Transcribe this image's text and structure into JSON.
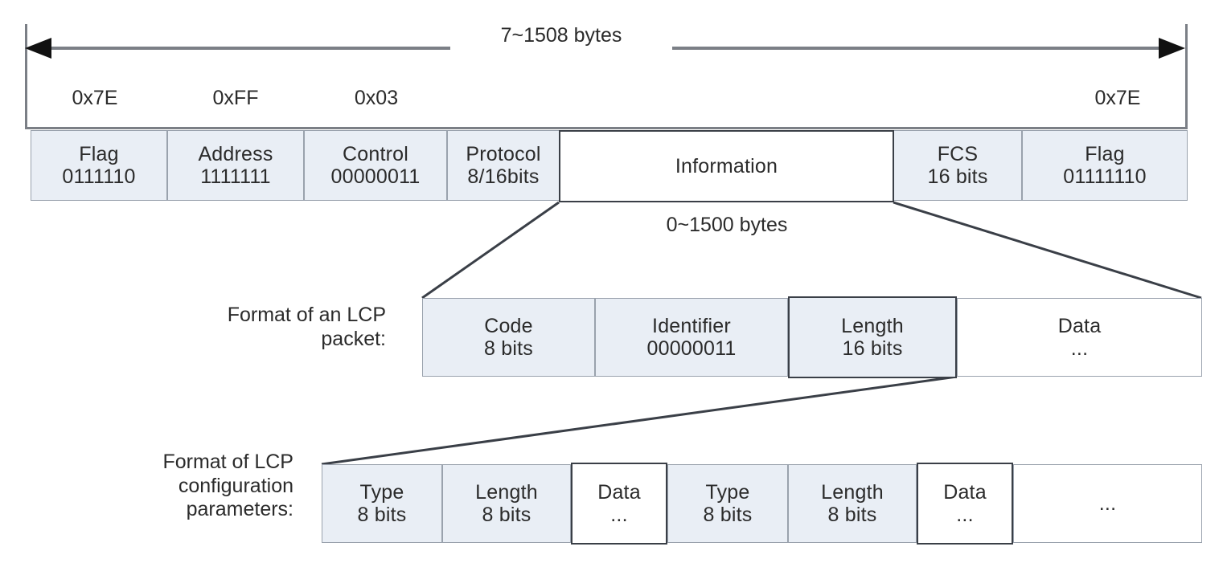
{
  "diagram": {
    "title_span_label": "7~1508 bytes",
    "info_span_label": "0~1500 bytes",
    "row2_caption": [
      "Format of an LCP",
      "packet:"
    ],
    "row3_caption": [
      "Format of LCP",
      "configuration",
      "parameters:"
    ],
    "hex_markers": [
      {
        "label": "0x7E"
      },
      {
        "label": "0xFF"
      },
      {
        "label": "0x03"
      },
      {
        "label": "0x7E"
      }
    ],
    "ppp_frame": [
      {
        "name": "Flag",
        "detail": "0111110",
        "fill": "shaded"
      },
      {
        "name": "Address",
        "detail": "1111111",
        "fill": "shaded"
      },
      {
        "name": "Control",
        "detail": "00000011",
        "fill": "shaded"
      },
      {
        "name": "Protocol",
        "detail": "8/16bits",
        "fill": "shaded"
      },
      {
        "name": "Information",
        "detail": "",
        "fill": "white"
      },
      {
        "name": "FCS",
        "detail": "16 bits",
        "fill": "shaded"
      },
      {
        "name": "Flag",
        "detail": "01111110",
        "fill": "shaded"
      }
    ],
    "lcp_packet": [
      {
        "name": "Code",
        "detail": "8 bits",
        "fill": "shaded"
      },
      {
        "name": "Identifier",
        "detail": "00000011",
        "fill": "shaded"
      },
      {
        "name": "Length",
        "detail": "16 bits",
        "fill": "shaded"
      },
      {
        "name": "Data",
        "detail": "...",
        "fill": "white"
      }
    ],
    "lcp_config": [
      {
        "name": "Type",
        "detail": "8 bits",
        "fill": "shaded"
      },
      {
        "name": "Length",
        "detail": "8 bits",
        "fill": "shaded"
      },
      {
        "name": "Data",
        "detail": "...",
        "fill": "white"
      },
      {
        "name": "Type",
        "detail": "8 bits",
        "fill": "shaded"
      },
      {
        "name": "Length",
        "detail": "8 bits",
        "fill": "shaded"
      },
      {
        "name": "Data",
        "detail": "...",
        "fill": "white"
      },
      {
        "name": "...",
        "detail": "",
        "fill": "white"
      }
    ],
    "colors": {
      "cell_fill": "#e9eef5",
      "cell_border": "#9aa2ad",
      "emphasis_border": "#3a3f47",
      "rule": "#7b7f86",
      "text": "#2b2b2b"
    }
  }
}
